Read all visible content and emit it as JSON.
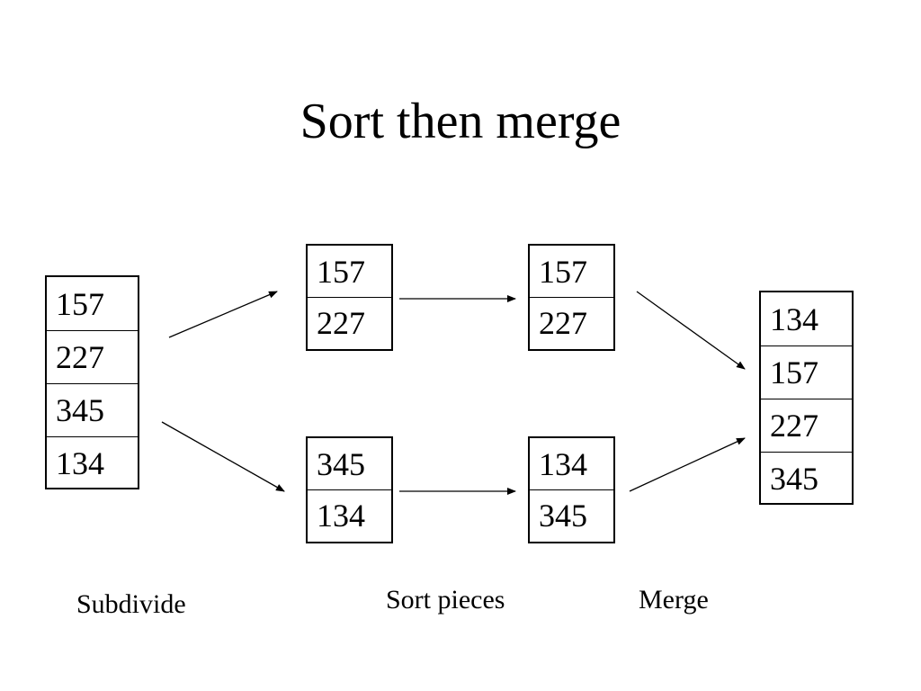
{
  "title": "Sort then merge",
  "boxes": {
    "original": [
      "157",
      "227",
      "345",
      "134"
    ],
    "split_top": [
      "157",
      "227"
    ],
    "split_bottom": [
      "345",
      "134"
    ],
    "sorted_top": [
      "157",
      "227"
    ],
    "sorted_bottom": [
      "134",
      "345"
    ],
    "merged": [
      "134",
      "157",
      "227",
      "345"
    ]
  },
  "labels": {
    "subdivide": "Subdivide",
    "sort_pieces": "Sort pieces",
    "merge": "Merge"
  }
}
